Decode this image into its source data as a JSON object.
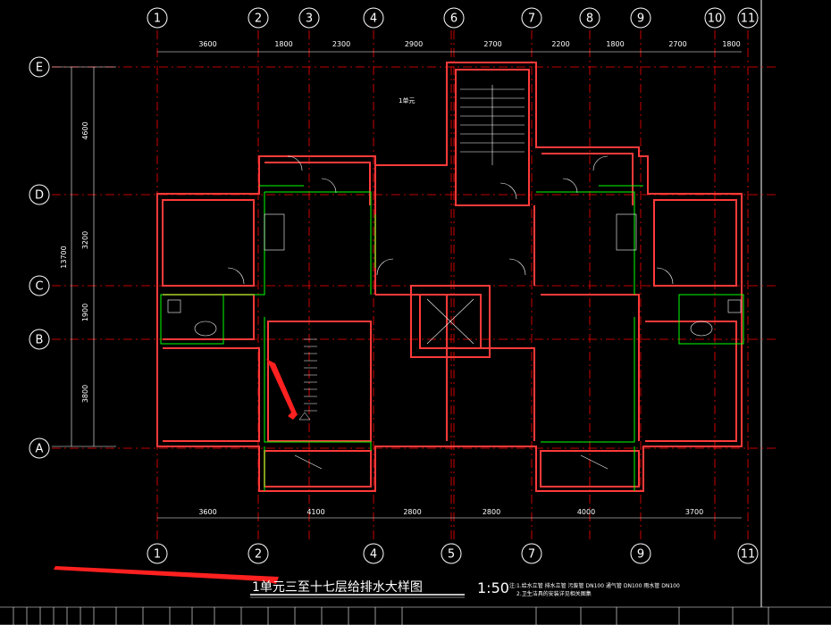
{
  "drawing": {
    "title": "1单元三至十七层给排水大样图",
    "scale": "1:50",
    "notes": [
      "注:1.给水立管  排水立管    污废管  DN100    通气管  DN100    雨水管  DN100",
      "2.卫生洁具的安装详见相关图集"
    ]
  },
  "grid": {
    "top_axes": [
      "1",
      "2",
      "3",
      "4",
      "6",
      "7",
      "8",
      "9",
      "10",
      "11"
    ],
    "bottom_axes": [
      "1",
      "2",
      "4",
      "5",
      "7",
      "9",
      "11"
    ],
    "left_axes": [
      "E",
      "D",
      "C",
      "B",
      "A"
    ],
    "top_dims": [
      "3600",
      "1800",
      "2300",
      "2900",
      "2700",
      "2200",
      "1800",
      "2700",
      "1800"
    ],
    "bottom_dims": [
      "3600",
      "4100",
      "2800",
      "2800",
      "4000",
      "3700"
    ],
    "left_dims": [
      "4600",
      "3200",
      "1900",
      "3800"
    ],
    "left_total": "13700"
  },
  "unit_label": "1单元",
  "colors": {
    "background": "#000000",
    "wall": "#ff3a3a",
    "pipe": "#00ff00",
    "axis_line": "#ff0000",
    "text": "#ffffff",
    "annotation_arrow": "#ff2020"
  }
}
